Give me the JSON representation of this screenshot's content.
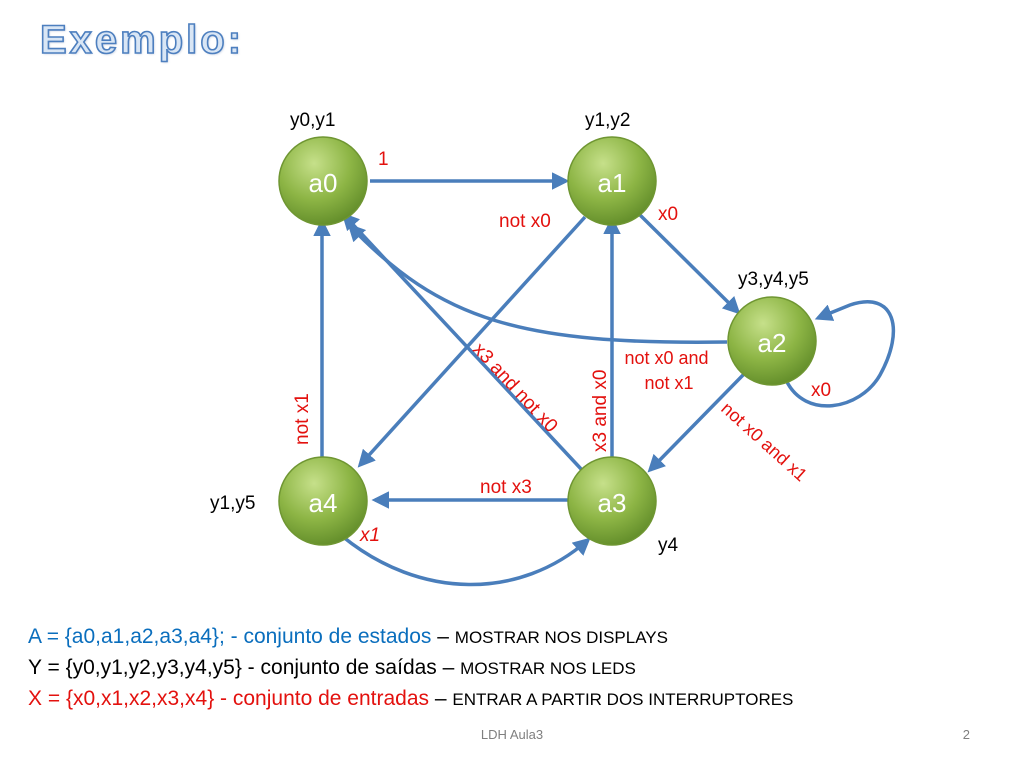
{
  "slide": {
    "title": "Exemplo:",
    "footer_text": "LDH Aula3",
    "page_number": "2"
  },
  "colors": {
    "node_fill": "#8db545",
    "node_stroke": "#6f9632",
    "arrow": "#4a7ebb",
    "transition_label": "#e3110e",
    "output_label": "#000000",
    "line_a": "#0a6ebd",
    "line_y": "#000000",
    "line_x": "#e3110e"
  },
  "diagram": {
    "states": [
      {
        "id": "a0",
        "label": "a0",
        "outputs": "y0,y1"
      },
      {
        "id": "a1",
        "label": "a1",
        "outputs": "y1,y2"
      },
      {
        "id": "a2",
        "label": "a2",
        "outputs": "y3,y4,y5"
      },
      {
        "id": "a3",
        "label": "a3",
        "outputs": "y4"
      },
      {
        "id": "a4",
        "label": "a4",
        "outputs": "y1,y5"
      }
    ],
    "transitions": [
      {
        "from": "a0",
        "to": "a1",
        "condition": "1"
      },
      {
        "from": "a1",
        "to": "a2",
        "condition": "x0"
      },
      {
        "from": "a1",
        "to": "a4",
        "condition": "not x0"
      },
      {
        "from": "a2",
        "to": "a2",
        "condition": "x0"
      },
      {
        "from": "a2",
        "to": "a0",
        "condition": "not x0 and not x1"
      },
      {
        "from": "a2",
        "to": "a3",
        "condition": "not x0 and x1"
      },
      {
        "from": "a3",
        "to": "a1",
        "condition": "x3 and x0"
      },
      {
        "from": "a3",
        "to": "a0",
        "condition": "x3 and not x0"
      },
      {
        "from": "a3",
        "to": "a4",
        "condition": "not x3"
      },
      {
        "from": "a4",
        "to": "a0",
        "condition": "not x1"
      },
      {
        "from": "a4",
        "to": "a3",
        "condition": "x1"
      }
    ]
  },
  "definitions": {
    "a": {
      "lead": "A",
      "set": " = {a0,a1,a2,a3,a4}; - conjunto de estados",
      "dash": " – ",
      "action": "MOSTRAR NOS DISPLAYS"
    },
    "y": {
      "lead": "Y",
      "set": " = {y0,y1,y2,y3,y4,y5} - conjunto de saídas",
      "dash": " – ",
      "action": "MOSTRAR NOS LEDS"
    },
    "x": {
      "lead": "X",
      "set": " = {x0,x1,x2,x3,x4} - conjunto de entradas",
      "dash": " – ",
      "action": "ENTRAR A PARTIR DOS INTERRUPTORES"
    }
  }
}
